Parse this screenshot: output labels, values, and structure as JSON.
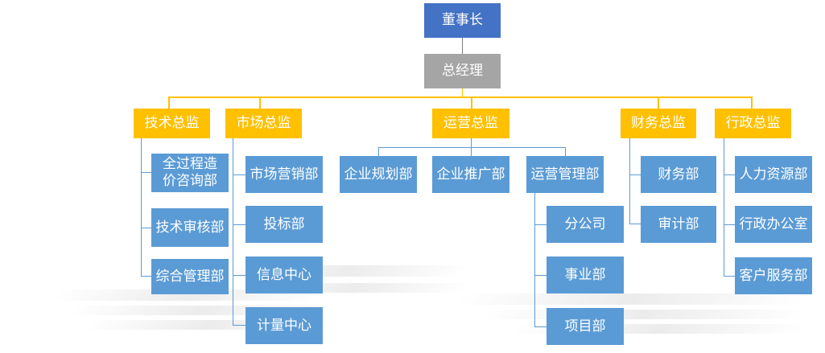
{
  "chairman": "董事长",
  "general_manager": "总经理",
  "directors": {
    "tech": "技术总监",
    "market": "市场总监",
    "ops": "运营总监",
    "finance": "财务总监",
    "admin": "行政总监"
  },
  "tech_depts": [
    "全过程造价咨询部",
    "技术审核部",
    "综合管理部"
  ],
  "market_depts": [
    "市场营销部",
    "投标部",
    "信息中心",
    "计量中心"
  ],
  "ops_depts": [
    "企业规划部",
    "企业推广部",
    "运营管理部"
  ],
  "ops_sub_depts": [
    "分公司",
    "事业部",
    "项目部"
  ],
  "finance_depts": [
    "财务部",
    "审计部"
  ],
  "admin_depts": [
    "人力资源部",
    "行政办公室",
    "客户服务部"
  ],
  "colors": {
    "chairman": "#4472c4",
    "general_manager": "#a5a5a5",
    "director": "#ffc000",
    "department": "#5b9bd5"
  }
}
